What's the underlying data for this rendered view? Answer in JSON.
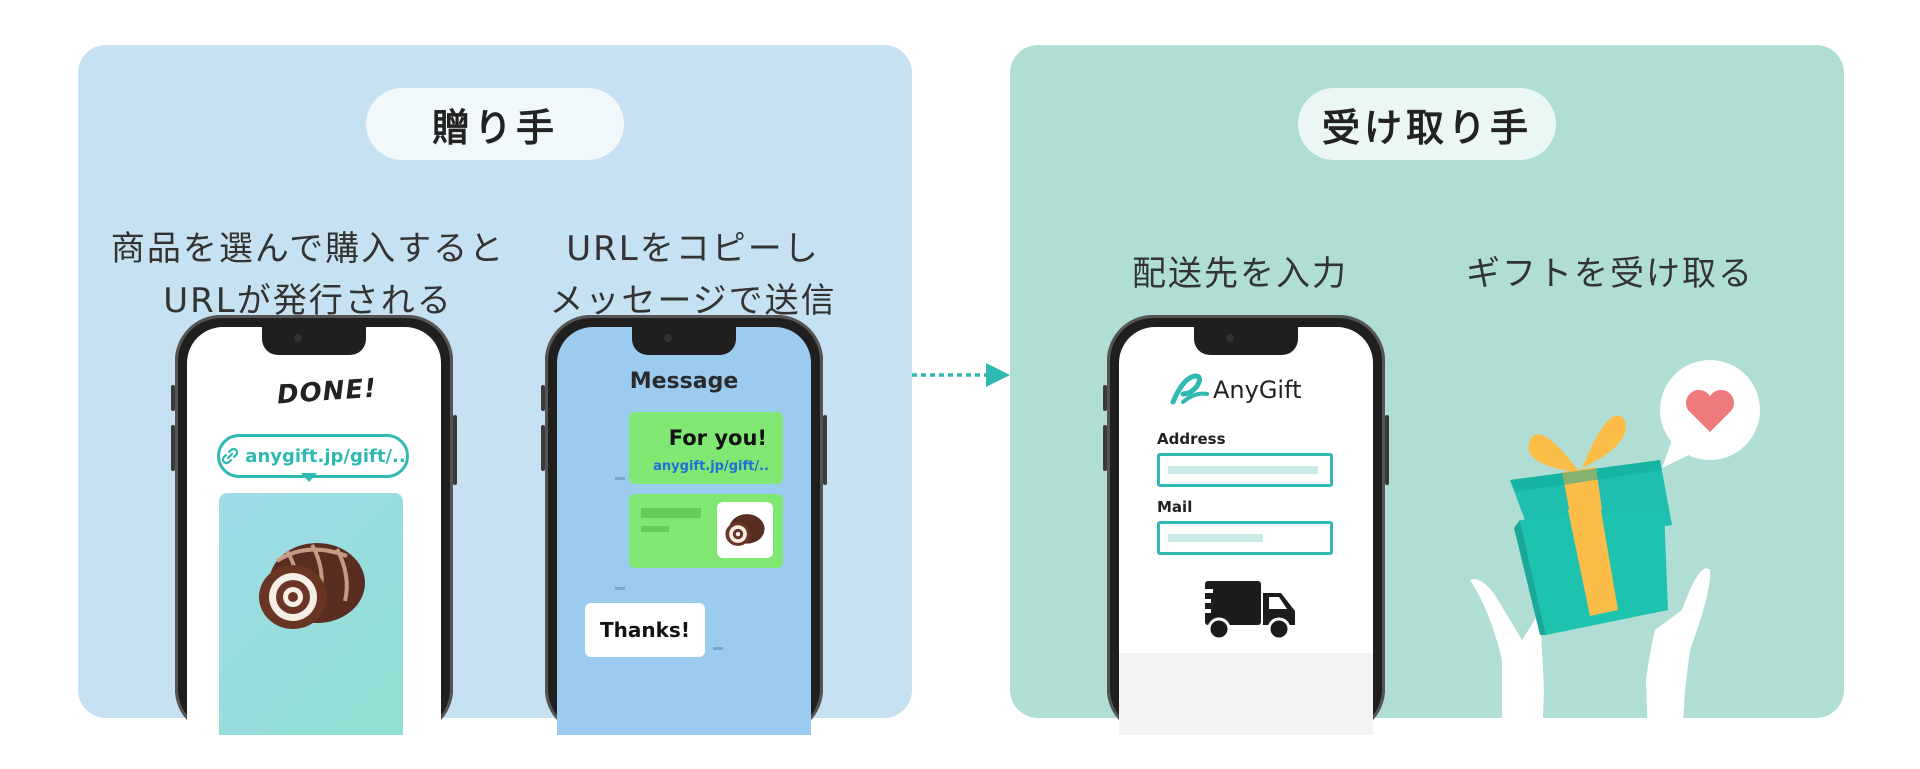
{
  "giver": {
    "title": "贈り手",
    "step1": {
      "line1": "商品を選んで購入すると",
      "line2": "URLが発行される"
    },
    "step2": {
      "line1": "URLをコピーし",
      "line2": "メッセージで送信"
    },
    "phone1": {
      "done": "DONE!",
      "link": "anygift.jp/gift/.."
    },
    "phone2": {
      "header": "Message",
      "bubble_title": "For you!",
      "bubble_link": "anygift.jp/gift/..",
      "reply": "Thanks!"
    }
  },
  "receiver": {
    "title": "受け取り手",
    "step1": {
      "line1": "配送先を入力"
    },
    "step2": {
      "line1": "ギフトを受け取る"
    },
    "phone3": {
      "brand": "AnyGift",
      "address_label": "Address",
      "mail_label": "Mail"
    }
  },
  "colors": {
    "left_panel": "#c6e1f1",
    "right_panel": "#b0ded4",
    "accent_teal": "#2fb9b2",
    "message_green": "#7fe772",
    "link_blue": "#1e6fd9"
  },
  "icons": [
    "link-icon",
    "roll-cake-icon",
    "anygift-logo-icon",
    "truck-icon",
    "gift-box-icon",
    "heart-icon",
    "hands-icon",
    "arrow-right-icon"
  ]
}
